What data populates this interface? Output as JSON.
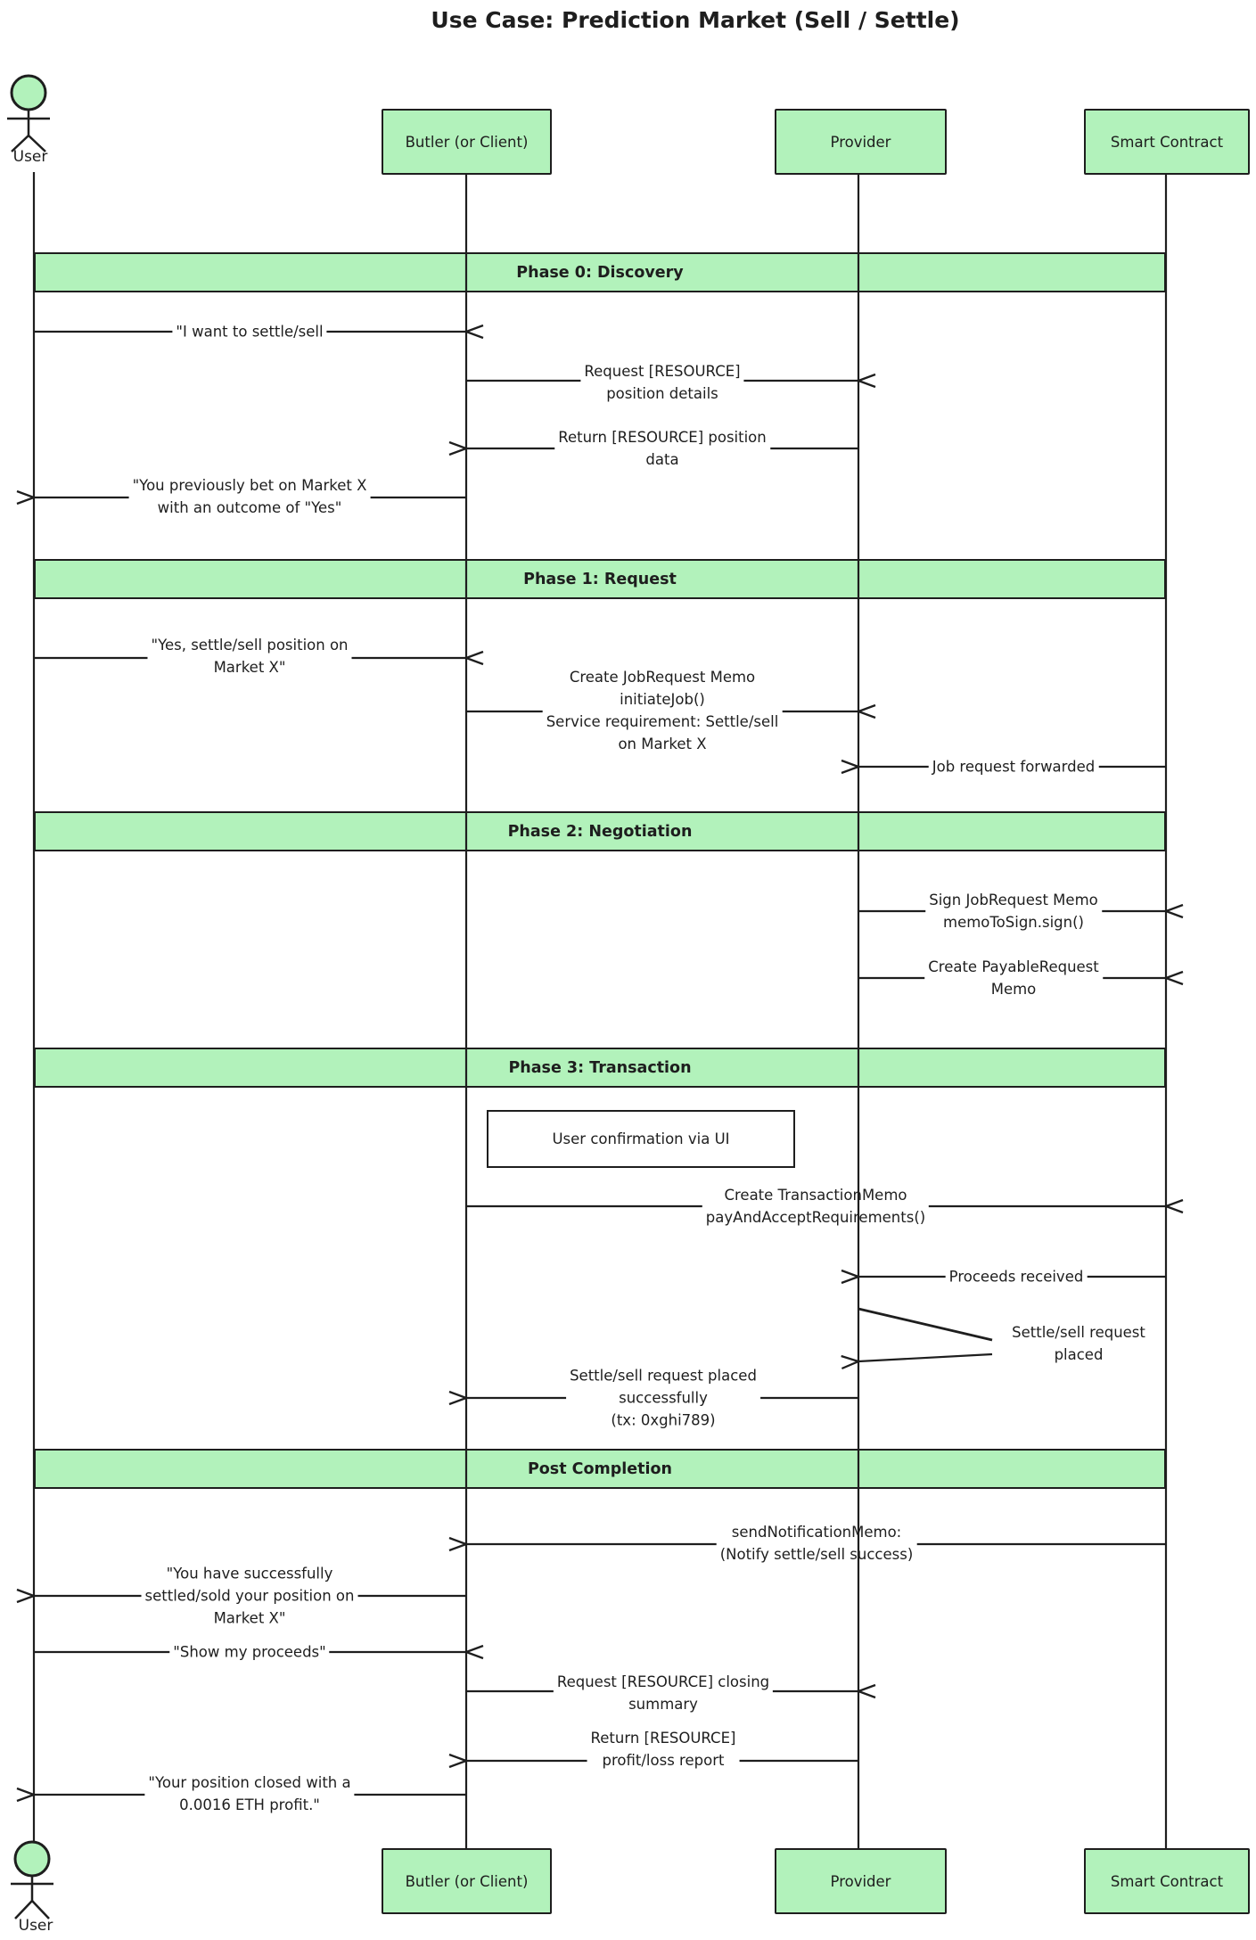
{
  "title": "Use Case: Prediction Market (Sell / Settle)",
  "participants": {
    "user": "User",
    "butler": "Butler (or Client)",
    "provider": "Provider",
    "contract": "Smart Contract"
  },
  "phases": {
    "p0": "Phase 0: Discovery",
    "p1": "Phase 1: Request",
    "p2": "Phase 2: Negotiation",
    "p3": "Phase 3: Transaction",
    "post": "Post Completion"
  },
  "note": {
    "confirmation": "User confirmation via UI"
  },
  "messages": {
    "m1": [
      "\"I want to settle/sell"
    ],
    "m2": [
      "Request [RESOURCE]",
      "position details"
    ],
    "m3": [
      "Return [RESOURCE] position",
      "data"
    ],
    "m4": [
      "\"You previously bet on Market X",
      "with an outcome of \"Yes\""
    ],
    "m5": [
      "\"Yes, settle/sell position on",
      "Market X\""
    ],
    "m6": [
      "Create JobRequest Memo",
      "initiateJob()",
      "Service requirement: Settle/sell",
      "on Market X"
    ],
    "m7": [
      "Job request forwarded"
    ],
    "m8": [
      "Sign JobRequest Memo",
      "memoToSign.sign()"
    ],
    "m9": [
      "Create PayableRequest",
      "Memo"
    ],
    "m10": [
      "Create TransactionMemo",
      "payAndAcceptRequirements()"
    ],
    "m11": [
      "Proceeds received"
    ],
    "m12": [
      "Settle/sell request",
      "placed"
    ],
    "m13": [
      "Settle/sell request placed",
      "successfully",
      "(tx: 0xghi789)"
    ],
    "m14": [
      "sendNotificationMemo:",
      "(Notify settle/sell success)"
    ],
    "m15": [
      "\"You have successfully",
      "settled/sold your position on",
      "Market X\""
    ],
    "m16": [
      "\"Show my proceeds\""
    ],
    "m17": [
      "Request [RESOURCE] closing",
      "summary"
    ],
    "m18": [
      "Return [RESOURCE]",
      "profit/loss report"
    ],
    "m19": [
      "\"Your position closed with a",
      "0.0016 ETH profit.\""
    ]
  },
  "colors": {
    "accent_green": "#b2f2bb",
    "ink": "#1e1e1e",
    "background": "#ffffff"
  }
}
